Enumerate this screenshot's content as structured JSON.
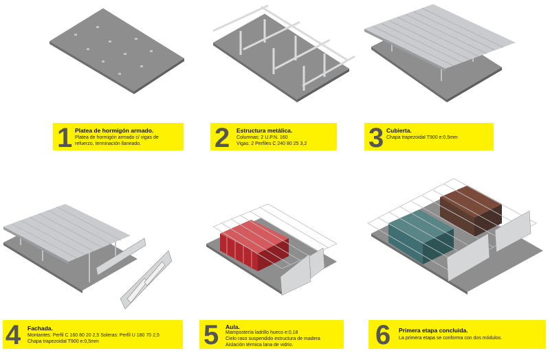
{
  "steps": [
    {
      "number": "1",
      "title": "Platea de hormigón armado.",
      "lines": [
        "Platea de hormigón armado c/ vigas de",
        "refuerzo, terminación llaneado."
      ]
    },
    {
      "number": "2",
      "title": "Estructura metálica.",
      "lines": [
        "Columnas: 2 U.P.N. 160",
        "Vigas: 2 Perfiles C 240 80 25 3,2"
      ]
    },
    {
      "number": "3",
      "title": "Cubierta.",
      "lines": [
        "Chapa trapezoidal T900  e:0,5mm"
      ]
    },
    {
      "number": "4",
      "title": "Fachada.",
      "lines": [
        "Montantes: Perfil C 160 80 20 2,5    Soleras: Perfil U 180 70 2,5",
        "Chapa trapezoidal T900  e:0,5mm"
      ]
    },
    {
      "number": "5",
      "title": "Aula.",
      "lines": [
        "Mampostería ladrillo hueco e:0,18",
        "Cielo raso suspendido estructura de madera",
        "Aislación térmica lana de vidrio."
      ]
    },
    {
      "number": "6",
      "title": "Primera etapa concluida.",
      "lines": [
        "La primera etapa se conforma con dos módulos."
      ]
    }
  ],
  "colors": {
    "label_bg": "#fff200",
    "number": "#555555",
    "slab": "#8e8e8e",
    "roof": "#c9cbce",
    "red": "#b3262d",
    "teal": "#3f6f72"
  }
}
